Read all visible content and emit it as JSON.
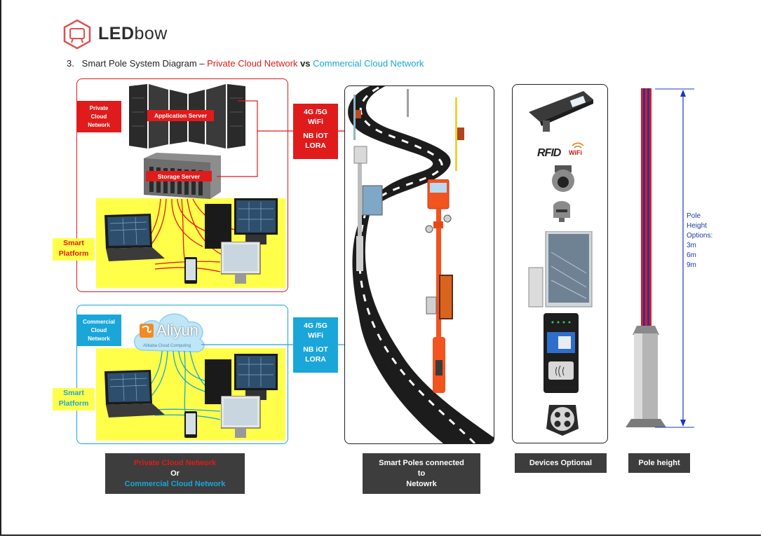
{
  "brand": {
    "name_bold": "LED",
    "name_rest": "bow"
  },
  "heading": {
    "prefix": "3.   Smart Pole System Diagram – ",
    "private": "Private Cloud Network",
    "vs": " vs ",
    "commercial": "Commercial Cloud Network"
  },
  "private_panel": {
    "tag_lines": [
      "Private",
      "Cloud",
      "Network"
    ],
    "application_server": "Application Server",
    "storage_server": "Storage Server",
    "platform_lines": [
      "Smart",
      "Platform"
    ]
  },
  "commercial_panel": {
    "tag_lines": [
      "Commercial",
      "Cloud",
      "Network"
    ],
    "cloud_provider": "Aliyun",
    "cloud_provider_sub": "Alibaba Cloud Computing",
    "platform_lines": [
      "Smart",
      "Platform"
    ]
  },
  "network_private": [
    "4G /5G",
    "WiFi",
    "NB iOT",
    "LORA"
  ],
  "network_commercial": [
    "4G /5G",
    "WiFi",
    "NB iOT",
    "LORA"
  ],
  "devices": {
    "rfid": "RFID",
    "wifi": "WiFi"
  },
  "pole_height": {
    "lines": [
      "Pole",
      "Height",
      "Options:",
      "3m",
      "6m",
      "9m"
    ]
  },
  "captions": {
    "cloud": {
      "line1": "Private Cloud Network",
      "line2": "Or",
      "line3": "Commercial Cloud Network"
    },
    "poles": {
      "line1": "Smart Poles connected",
      "line2": "to",
      "line3": "Netowrk"
    },
    "devices": "Devices Optional",
    "height": "Pole height"
  },
  "colors": {
    "red": "#e01b1b",
    "blue": "#1aa6d9",
    "yellow": "#ffff4a",
    "caption_bg": "#3d3d3d"
  },
  "icons": [
    "logo-icon",
    "server-rack-icon",
    "storage-server-icon",
    "laptop-icon",
    "desktop-icon",
    "tablet-icon",
    "cloud-icon",
    "road-icon",
    "smart-pole-icon",
    "street-light-icon",
    "cctv-dome-icon",
    "cctv-bullet-icon",
    "display-screen-icon",
    "card-reader-icon",
    "ev-charger-icon",
    "pole-icon"
  ]
}
